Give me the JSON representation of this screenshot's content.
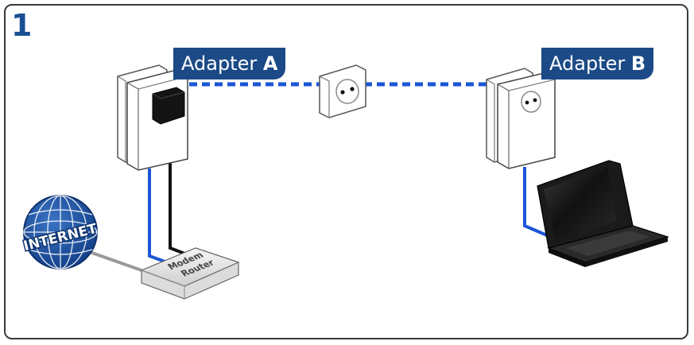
{
  "step": "1",
  "adapter_a": {
    "prefix": "Adapter ",
    "letter": "A"
  },
  "adapter_b": {
    "prefix": "Adapter ",
    "letter": "B"
  },
  "router": {
    "line1": "Modem",
    "line2": "Router"
  },
  "internet": {
    "label": "INTERNET"
  },
  "colors": {
    "accent": "#1b4a86",
    "cable_blue": "#1a56d6",
    "cable_black": "#111111",
    "cable_gray": "#9a9a9a"
  }
}
